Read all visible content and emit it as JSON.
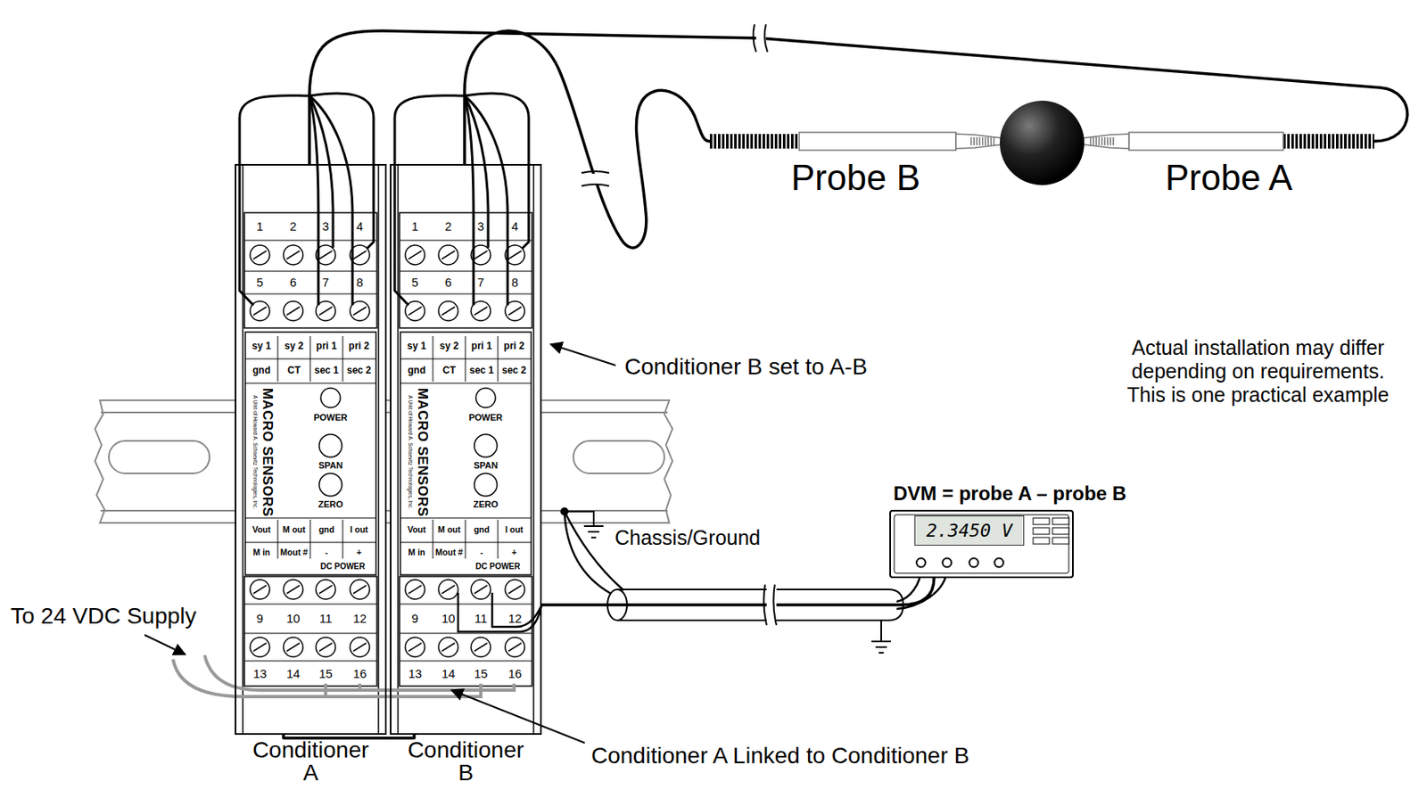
{
  "diagram": {
    "nodes": [
      {
        "text": [
          "Conditioner A"
        ]
      },
      {
        "text": [
          "Conditioner B"
        ]
      },
      {
        "text": [
          "Probe B"
        ]
      },
      {
        "text": [
          "Probe A"
        ]
      },
      {
        "text": [
          "DVM = probe A – probe B",
          "2.3450 V"
        ]
      }
    ],
    "edges": [
      {
        "from": 0,
        "to": 3,
        "arrow": "none"
      },
      {
        "from": 1,
        "to": 2,
        "arrow": "none"
      },
      {
        "from": 0,
        "to": 1,
        "arrow": "none"
      },
      {
        "from": 1,
        "to": 4,
        "arrow": "none"
      }
    ],
    "labels": [
      "1",
      "2",
      "3",
      "4",
      "5",
      "6",
      "7",
      "8",
      "sy 1",
      "sy 2",
      "pri 1",
      "pri 2",
      "gnd",
      "CT",
      "sec 1",
      "sec 2",
      "MACRO SENSORS",
      "A Unit of Howard A. Schaevitz Technologies, Inc.",
      "POWER",
      "SPAN",
      "ZERO",
      "Vout",
      "M out",
      "gnd",
      "I out",
      "M in",
      "Mout #",
      "-",
      "+",
      "DC POWER",
      "9",
      "10",
      "11",
      "12",
      "13",
      "14",
      "15",
      "16",
      "1",
      "2",
      "3",
      "4",
      "5",
      "6",
      "7",
      "8",
      "sy 1",
      "sy 2",
      "pri 1",
      "pri 2",
      "gnd",
      "CT",
      "sec 1",
      "sec 2",
      "MACRO SENSORS",
      "A Unit of Howard A. Schaevitz Technologies, Inc.",
      "POWER",
      "SPAN",
      "ZERO",
      "Vout",
      "M out",
      "gnd",
      "I out",
      "M in",
      "Mout #",
      "-",
      "+",
      "DC POWER",
      "9",
      "10",
      "11",
      "12",
      "13",
      "14",
      "15",
      "16",
      "Conditioner B set to A-B",
      "Actual installation may differ depending on requirements. This is one practical example",
      "Chassis/Ground",
      "To 24 VDC Supply",
      "Conditioner A Linked to Conditioner B"
    ]
  }
}
